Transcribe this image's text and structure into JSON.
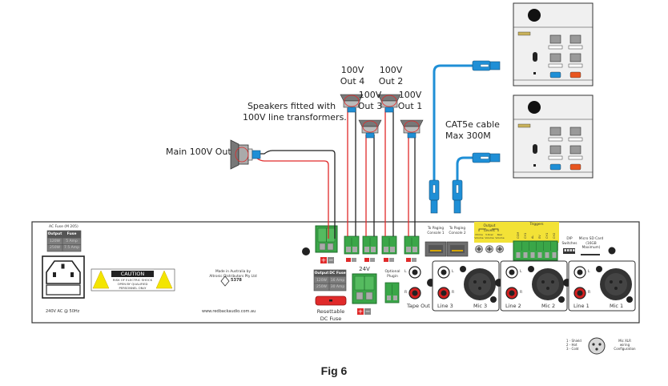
{
  "figure": {
    "caption": "Fig 6"
  },
  "annotations": {
    "speakers_note_line1": "Speakers fitted with",
    "speakers_note_line2": "100V line transformers.",
    "main_out": "Main 100V Out",
    "cat5_line1": "CAT5e cable",
    "cat5_line2": "Max 300M"
  },
  "speakers": [
    {
      "line1": "100V",
      "line2": "Out 4"
    },
    {
      "line1": "100V",
      "line2": "Out 3"
    },
    {
      "line1": "100V",
      "line2": "Out 2"
    },
    {
      "line1": "100V",
      "line2": "Out 1"
    }
  ],
  "panel": {
    "ac_fuse": {
      "title": "AC Fuse (M 205)",
      "headers": [
        "Output",
        "Fuse"
      ],
      "rows": [
        [
          "120W",
          "5 Amp"
        ],
        [
          "250W",
          "7.5 Amp"
        ]
      ]
    },
    "power_label": "240V AC @ 50Hz",
    "caution": {
      "title": "CAUTION",
      "line1": "RISK OF ELECTRIC SHOCK",
      "line2": "OPEN BY QUALIFIED",
      "line3": "PERSONNEL ONLY"
    },
    "made_in_line1": "Made in Australia by",
    "made_in_line2": "Altronic Distributors Pty Ltd",
    "approval_number": "5378",
    "website": "www.redbackaudio.com.au",
    "dc_fuse": {
      "headers": [
        "Output",
        "DC Fuse"
      ],
      "rows": [
        [
          "120W",
          "16 Amp"
        ],
        [
          "250W",
          "30 Amp"
        ]
      ]
    },
    "resettable_line1": "Resettable",
    "resettable_line2": "DC Fuse",
    "label_24v": "24V",
    "optional_line1": "Optional",
    "optional_line2": "Plugin",
    "tape_out": "Tape Out",
    "paging1_line1": "To Paging",
    "paging1_line2": "Console 1",
    "paging2_line1": "To Paging",
    "paging2_line2": "Console 2",
    "output_levels_line1": "Output",
    "output_levels_line2": "Levels",
    "volumes": [
      "Chime Volume",
      "V.Over Volume",
      "Rear Volume"
    ],
    "triggers_title": "Triggers",
    "triggers": [
      "COM",
      "CH1",
      "AL",
      "EV",
      "CH1",
      "CH2"
    ],
    "dip_line1": "DIP",
    "dip_line2": "Switches",
    "sd_line1": "Micro SD Card",
    "sd_line2": "(16GB",
    "sd_line3": "Maximum)",
    "inputs": [
      {
        "line": "Line 3",
        "mic": "Mic 3"
      },
      {
        "line": "Line 2",
        "mic": "Mic 2"
      },
      {
        "line": "Line 1",
        "mic": "Mic 1"
      }
    ],
    "left_label": "L",
    "right_label": "R",
    "xlr_pins": [
      "1 - Shield",
      "2 - Hot",
      "3 - Cold"
    ],
    "xlr_cfg_line1": "Mic XLR",
    "xlr_cfg_line2": "wiring",
    "xlr_cfg_line3": "Configuration"
  },
  "colors": {
    "terminal_green": "#3aa648",
    "cable_blue": "#1f8fd6",
    "wire_red": "#e02a2a",
    "caution_yellow": "#f3e500",
    "panel_yellow": "#f3e236",
    "rca_red": "#d42020"
  }
}
